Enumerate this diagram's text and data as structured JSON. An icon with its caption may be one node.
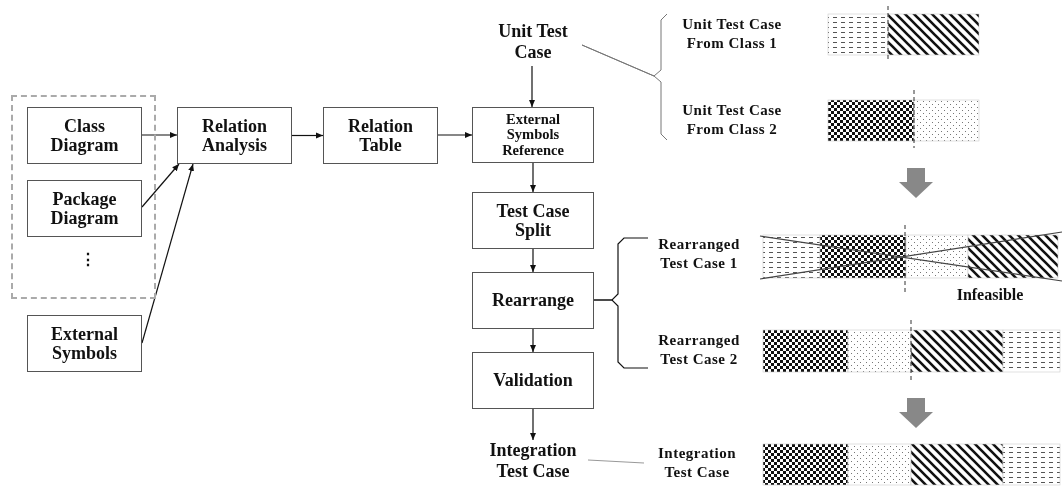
{
  "diagram": {
    "nodes": [
      {
        "text": [],
        "shape": "box"
      },
      {
        "text": [
          "Class Diagram"
        ],
        "in": 0
      },
      {
        "text": [
          "Package Diagram"
        ],
        "in": 0
      },
      {
        "text": [
          "External Symbols"
        ]
      },
      {
        "text": [
          "Relation Analysis"
        ]
      },
      {
        "text": [
          "Relation Table"
        ]
      },
      {
        "text": [
          "Unit Test Case"
        ]
      },
      {
        "text": [
          "External Symbols Reference"
        ]
      },
      {
        "text": [
          "Test Case Split"
        ]
      },
      {
        "text": [
          "Rearrange"
        ]
      },
      {
        "text": [
          "Validation"
        ]
      },
      {
        "text": [
          "Integration Test Case"
        ]
      },
      {
        "text": [
          "Unit Test Case From Class 1"
        ]
      },
      {
        "text": [
          "Unit Test Case From Class 2"
        ]
      },
      {
        "text": [
          "Rearranged Test Case 1"
        ]
      },
      {
        "text": [
          "Rearranged Test Case 2"
        ]
      },
      {
        "text": [
          "Integration Test Case"
        ]
      }
    ],
    "edges": [
      {
        "from": 1,
        "to": 4,
        "arrow": "to"
      },
      {
        "from": 2,
        "to": 4,
        "arrow": "to"
      },
      {
        "from": 3,
        "to": 4,
        "arrow": "to"
      },
      {
        "from": 4,
        "to": 5,
        "arrow": "to"
      },
      {
        "from": 5,
        "to": 7,
        "arrow": "to"
      },
      {
        "from": 6,
        "to": 7,
        "arrow": "to"
      },
      {
        "from": 7,
        "to": 8,
        "arrow": "to"
      },
      {
        "from": 8,
        "to": 9,
        "arrow": "to"
      },
      {
        "from": 9,
        "to": 10,
        "arrow": "to"
      },
      {
        "from": 10,
        "to": 11,
        "arrow": "to"
      },
      {
        "from": 6,
        "to": 12,
        "arrow": "none",
        "color": "#777777"
      },
      {
        "from": 6,
        "to": 13,
        "arrow": "none",
        "color": "#777777"
      },
      {
        "from": 9,
        "to": 14,
        "arrow": "none"
      },
      {
        "from": 9,
        "to": 15,
        "arrow": "none"
      },
      {
        "from": 11,
        "to": 16,
        "arrow": "none",
        "color": "#999999"
      }
    ],
    "labels": [
      "⋮",
      "Infeasible"
    ]
  }
}
